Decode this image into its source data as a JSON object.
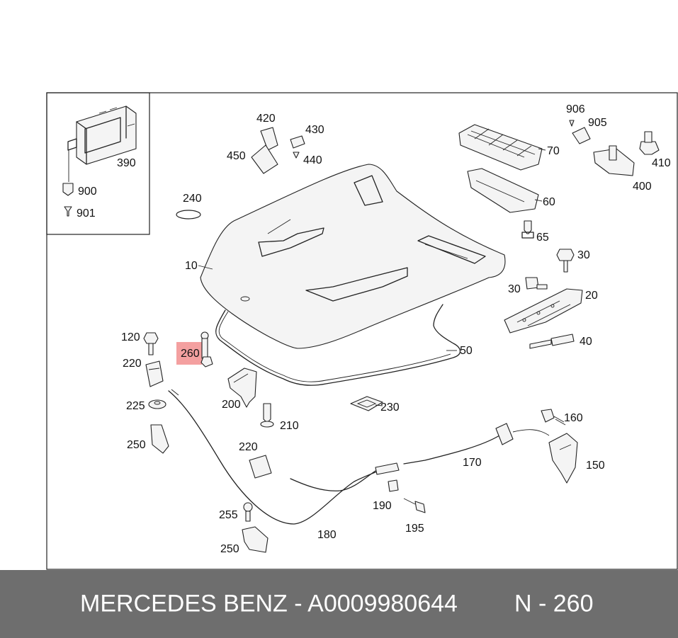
{
  "labels": {
    "p10": "10",
    "p20": "20",
    "p30a": "30",
    "p30b": "30",
    "p40": "40",
    "p50": "50",
    "p60": "60",
    "p65": "65",
    "p70": "70",
    "p120": "120",
    "p150": "150",
    "p160": "160",
    "p170": "170",
    "p180": "180",
    "p190": "190",
    "p195": "195",
    "p200": "200",
    "p210": "210",
    "p220a": "220",
    "p220b": "220",
    "p225": "225",
    "p230": "230",
    "p240": "240",
    "p250a": "250",
    "p250b": "250",
    "p255": "255",
    "p260": "260",
    "p390": "390",
    "p400": "400",
    "p410": "410",
    "p420": "420",
    "p430": "430",
    "p440": "440",
    "p450": "450",
    "p900": "900",
    "p901": "901",
    "p905": "905",
    "p906": "906"
  },
  "highlight": {
    "part": "260",
    "color": "#f4a0a0"
  },
  "footer": {
    "brand_part": "MERCEDES BENZ - A0009980644",
    "ref": "N - 260",
    "bg_color": "#6e6e6e"
  }
}
